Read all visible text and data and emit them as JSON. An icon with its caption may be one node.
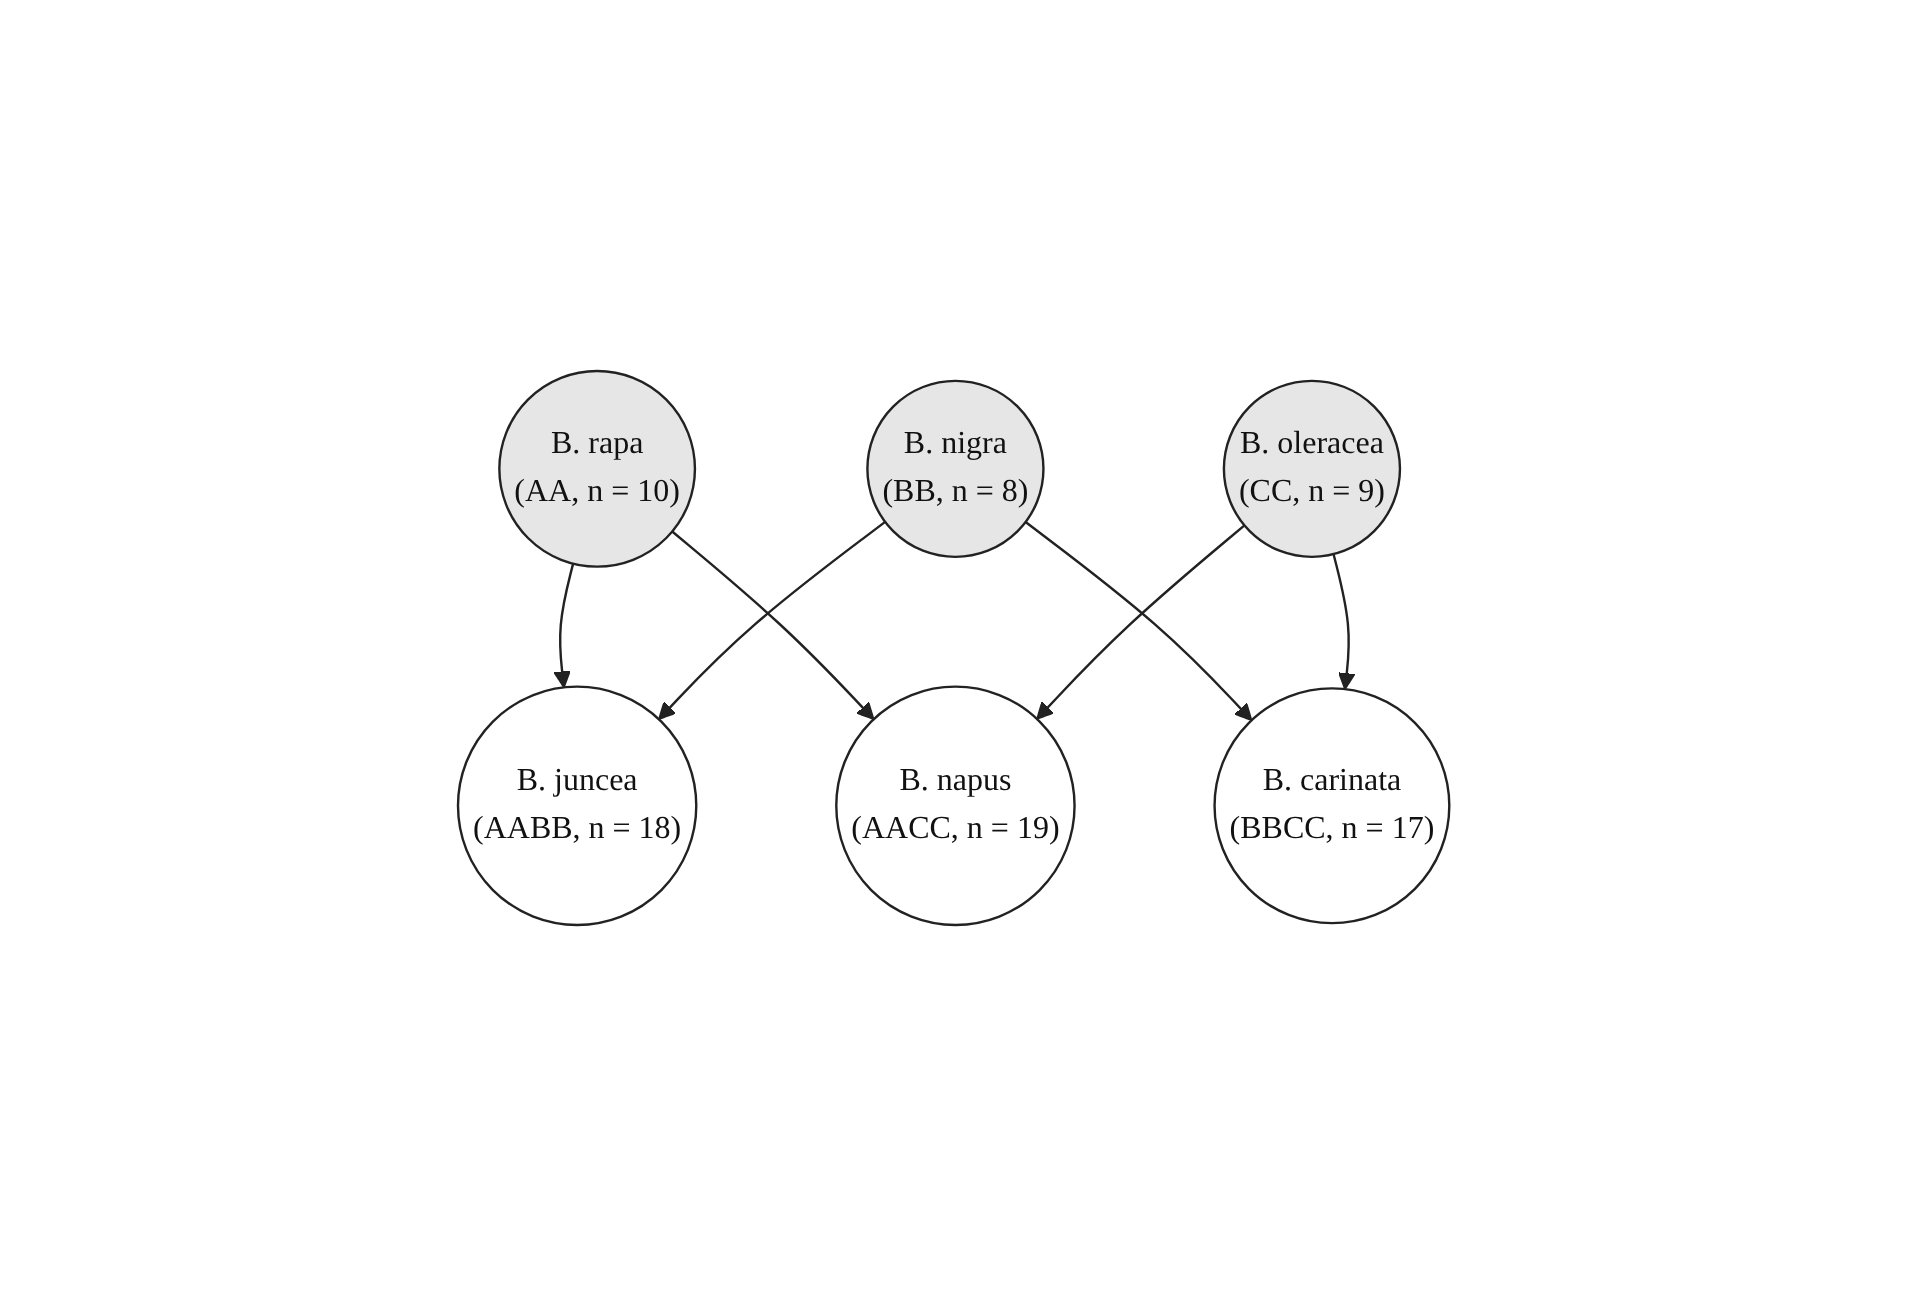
{
  "diagram": {
    "nodes": [
      {
        "text": [
          "B. rapa",
          "(AA, n = 10)"
        ]
      },
      {
        "text": [
          "B. juncea",
          "(AABB, n = 18)"
        ]
      },
      {
        "text": [
          "B. napus",
          "(AACC, n = 19)"
        ]
      },
      {
        "text": [
          "B. nigra",
          "(BB, n = 8)"
        ]
      },
      {
        "text": [
          "B. carinata",
          "(BBCC, n = 17)"
        ]
      },
      {
        "text": [
          "B. oleracea",
          "(CC, n = 9)"
        ]
      }
    ],
    "edges": [
      {
        "from": 0,
        "to": 1,
        "arrow": "to"
      },
      {
        "from": 0,
        "to": 2,
        "arrow": "to"
      },
      {
        "from": 3,
        "to": 1,
        "arrow": "to"
      },
      {
        "from": 3,
        "to": 4,
        "arrow": "to"
      },
      {
        "from": 5,
        "to": 2,
        "arrow": "to"
      },
      {
        "from": 5,
        "to": 4,
        "arrow": "to"
      }
    ]
  }
}
